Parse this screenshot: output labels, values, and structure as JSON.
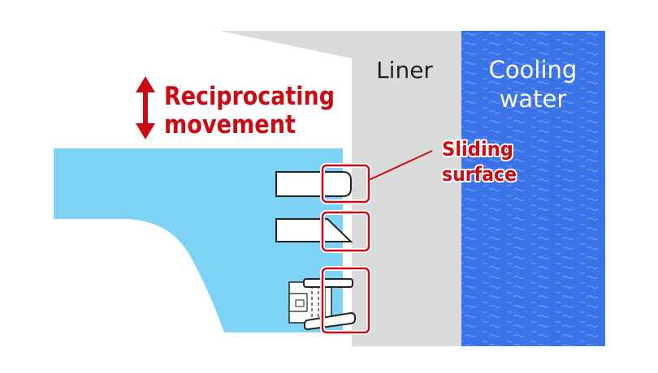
{
  "labels": {
    "liner": "Liner",
    "cooling_water_line1": "Cooling",
    "cooling_water_line2": "water",
    "movement_line1": "Reciprocating",
    "movement_line2": "movement",
    "sliding_surface_line1": "Sliding",
    "sliding_surface_line2": "surface"
  },
  "colors": {
    "liner": "#d9dada",
    "cooling_water": "#3a72e8",
    "piston": "#7dd3f5",
    "accent": "#cc0a14",
    "ring_outline": "#222222"
  },
  "icons": {
    "movement_arrow": "double-headed-vertical-arrow"
  }
}
